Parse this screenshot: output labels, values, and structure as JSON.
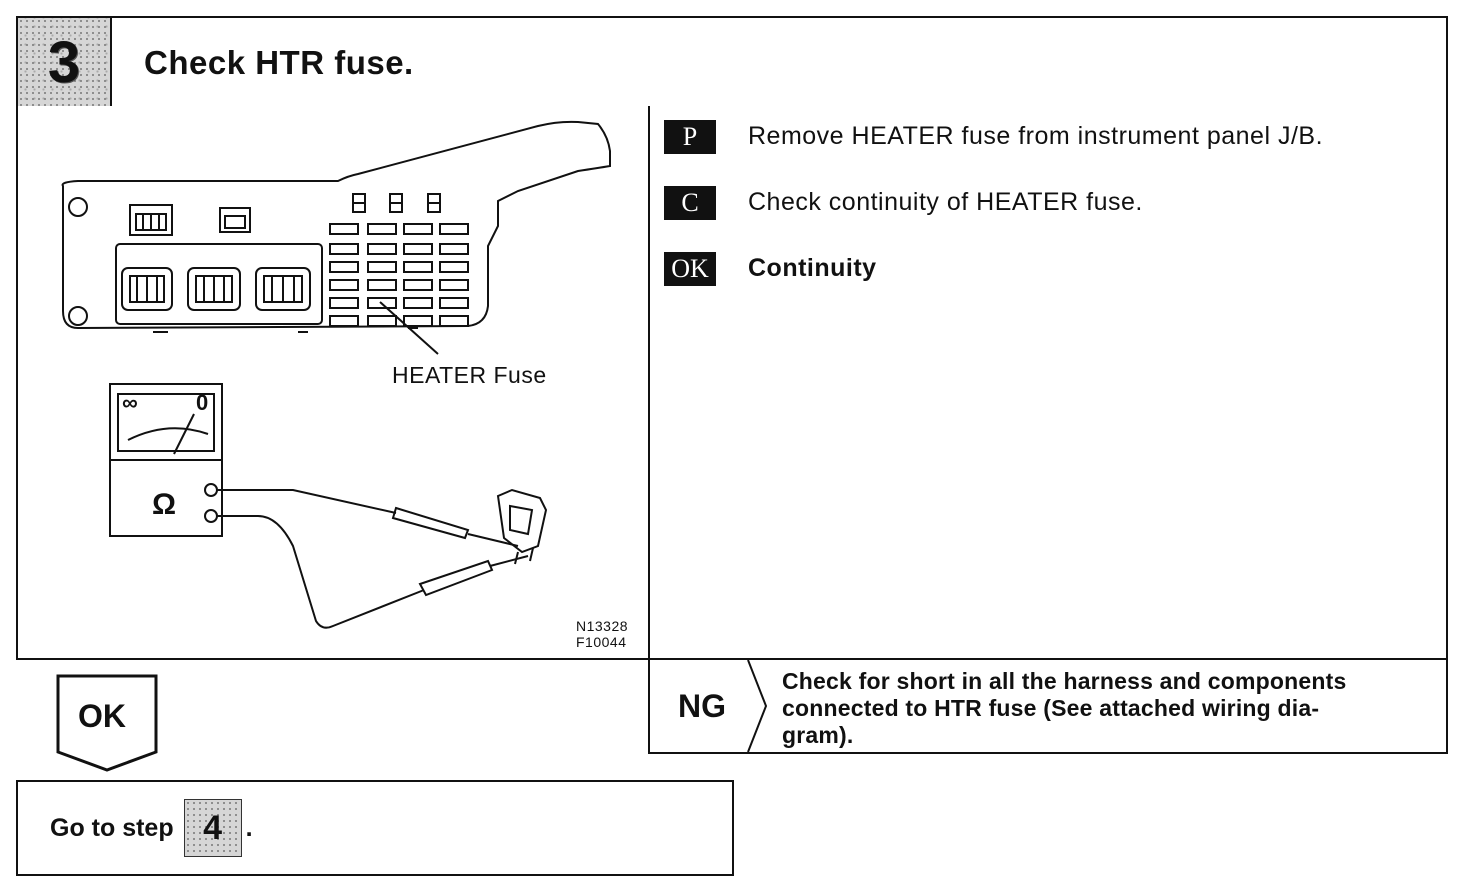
{
  "step": {
    "number": "3",
    "title": "Check HTR fuse."
  },
  "figure": {
    "callout_label": "HEATER Fuse",
    "meter_infinity": "∞",
    "meter_zero": "0",
    "meter_unit": "Ω",
    "code_line1": "N13328",
    "code_line2": "F10044"
  },
  "instructions": [
    {
      "tag": "P",
      "text": "Remove HEATER fuse from instrument panel J/B."
    },
    {
      "tag": "C",
      "text": "Check continuity of HEATER fuse."
    },
    {
      "tag": "OK",
      "text": "Continuity"
    }
  ],
  "ok_branch": {
    "label": "OK",
    "goto_prefix": "Go to step",
    "goto_step": "4",
    "goto_suffix": "."
  },
  "ng_branch": {
    "label": "NG",
    "line1": "Check for short in all the harness and components",
    "line2": "connected to HTR fuse (See attached wiring dia-",
    "line3": "gram)."
  }
}
